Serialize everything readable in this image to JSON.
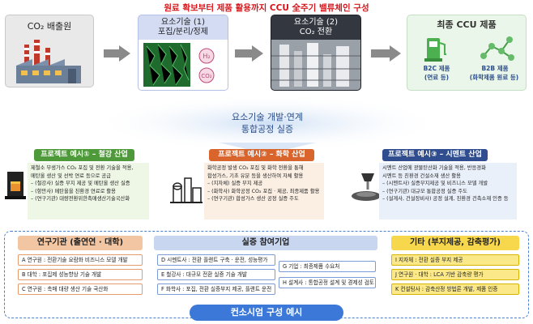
{
  "title": "원료 확보부터 제품 활용까지 CCU 全주기 밸류체인 구성",
  "stages": {
    "source": {
      "label": "CO₂ 배출원"
    },
    "tech1": {
      "line1": "요소기술 (1)",
      "line2": "포집/분리/정제",
      "h2": "H₂",
      "co2": "CO₂"
    },
    "tech2": {
      "line1": "요소기술 (2)",
      "line2": "CO₂ 전환"
    },
    "final": {
      "label": "최종 CCU 제품",
      "b2c": "B2C 제품",
      "b2c_sub": "(연료 등)",
      "b2b": "B2B 제품",
      "b2b_sub": "(화학제품 원료 등)"
    }
  },
  "banner": {
    "line1": "요소기술 개발·연계",
    "line2": "통합공정 실증"
  },
  "projects": [
    {
      "title": "프로젝트 예시① – 철강 산업",
      "lines": [
        "제철소 부생가스 CO₂ 포집 및 전환 기술을 적용,",
        "메탄올 생산 및 선박 연료 등으로 공급",
        "– (철강사) 실증 부지 제공 및 메탄올 생산 실증",
        "– (항만사) 메탄올을 친환경 연료로 활용",
        "– (연구기관) 대량전환위한촉매생산기술국산화"
      ]
    },
    {
      "title": "프로젝트 예시② – 화학 산업",
      "lines": [
        "화학공정 발생 CO₂ 포집 및 화학 전환을 통해",
        "합성가스, 기초 유분 등을 생산하여 자체 활용",
        "– (지자체) 실증 부지 제공",
        "– (화학사) 화학공정 CO₂ 포집 · 제공, 최종제품 활용",
        "– (연구기관) 합성가스 생산 공정 실증 주도"
      ]
    },
    {
      "title": "프로젝트 예시③ – 시멘트 산업",
      "lines": [
        "시멘트 산업에 광물탄산화 기술을 적용, 반응경화",
        "시멘트 등 친환경 건설소재 생산 활용",
        "– (시멘트사) 실증부지제공 및 비즈니스 모델 개발",
        "– (연구기관) 대규모 통합공정 실증 주도",
        "– (설계사, 건설장비사) 공정 설계, 친환경 건축소재 인증 등"
      ]
    }
  ],
  "consortium": {
    "label": "컨소시엄 구성 예시",
    "research": {
      "title": "연구기관 (출연연 · 대학)",
      "items": [
        "A 연구원 : 전환기술 요람화 비즈니스 모델 개발",
        "B 대학 : 포집제 성능향상 기술 개발",
        "C 연구원 : 촉매 대량 생산 기술 국산화"
      ]
    },
    "industry": {
      "title": "실증 참여기업",
      "items_left": [
        "D 시멘트사 : 전환 플랜트 구축 · 운전, 성능평가",
        "E 철강사 : 대규모 전환 실증 기술 개발",
        "F 화학사 : 포집, 전환 실증부지 제공, 플랜트 운전"
      ],
      "items_right": [
        "G 기업 : 최종제품 수요처",
        "H 설계사 : 통합공정 설계 및 경제성 검토"
      ]
    },
    "etc": {
      "title": "기타 (부지제공, 감축평가)",
      "items": [
        "I 지자체 : 전환 실증 부지 제공",
        "J 연구원 · 대학 : LCA 기반 감축량 평가",
        "K 컨설팅사 : 감축산정 방법론 개발, 제품 인증"
      ]
    }
  },
  "colors": {
    "title_red": "#d7141a",
    "steel_green": "#4e9a3a",
    "chem_orange": "#d9652c",
    "cement_navy": "#2f4d8f",
    "consortium_blue": "#3c78d8"
  }
}
